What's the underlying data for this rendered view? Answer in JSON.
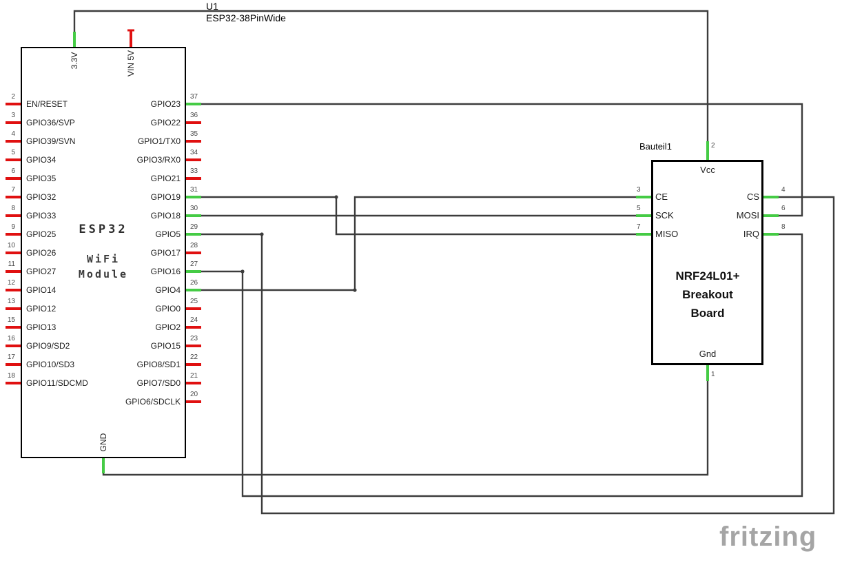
{
  "title": {
    "ref": "U1",
    "part": "ESP32-38PinWide"
  },
  "watermark": "fritzing",
  "colors": {
    "wire": "#3c3c3c",
    "pin_connected": "#45cb45",
    "pin_unconnected": "#e01010",
    "body_border": "#000000",
    "watermark": "#a5a5a5"
  },
  "esp32": {
    "name_lines": [
      "ESP32",
      "WiFi",
      "Module"
    ],
    "top_pins": [
      {
        "label": "3.3V",
        "connected": true
      },
      {
        "label": "VIN 5V",
        "connected": false
      }
    ],
    "bottom_pins": [
      {
        "label": "GND",
        "connected": true
      }
    ],
    "left_pins": [
      {
        "num": "2",
        "label": "EN/RESET"
      },
      {
        "num": "3",
        "label": "GPIO36/SVP"
      },
      {
        "num": "4",
        "label": "GPIO39/SVN"
      },
      {
        "num": "5",
        "label": "GPIO34"
      },
      {
        "num": "6",
        "label": "GPIO35"
      },
      {
        "num": "7",
        "label": "GPIO32"
      },
      {
        "num": "8",
        "label": "GPIO33"
      },
      {
        "num": "9",
        "label": "GPIO25"
      },
      {
        "num": "10",
        "label": "GPIO26"
      },
      {
        "num": "11",
        "label": "GPIO27"
      },
      {
        "num": "12",
        "label": "GPIO14"
      },
      {
        "num": "13",
        "label": "GPIO12"
      },
      {
        "num": "15",
        "label": "GPIO13"
      },
      {
        "num": "16",
        "label": "GPIO9/SD2"
      },
      {
        "num": "17",
        "label": "GPIO10/SD3"
      },
      {
        "num": "18",
        "label": "GPIO11/SDCMD"
      }
    ],
    "right_pins": [
      {
        "num": "37",
        "label": "GPIO23",
        "connected": true
      },
      {
        "num": "36",
        "label": "GPIO22",
        "connected": false
      },
      {
        "num": "35",
        "label": "GPIO1/TX0",
        "connected": false
      },
      {
        "num": "34",
        "label": "GPIO3/RX0",
        "connected": false
      },
      {
        "num": "33",
        "label": "GPIO21",
        "connected": false
      },
      {
        "num": "31",
        "label": "GPIO19",
        "connected": true
      },
      {
        "num": "30",
        "label": "GPIO18",
        "connected": true
      },
      {
        "num": "29",
        "label": "GPIO5",
        "connected": true
      },
      {
        "num": "28",
        "label": "GPIO17",
        "connected": false
      },
      {
        "num": "27",
        "label": "GPIO16",
        "connected": true
      },
      {
        "num": "26",
        "label": "GPIO4",
        "connected": true
      },
      {
        "num": "25",
        "label": "GPIO0",
        "connected": false
      },
      {
        "num": "24",
        "label": "GPIO2",
        "connected": false
      },
      {
        "num": "23",
        "label": "GPIO15",
        "connected": false
      },
      {
        "num": "22",
        "label": "GPIO8/SD1",
        "connected": false
      },
      {
        "num": "21",
        "label": "GPIO7/SD0",
        "connected": false
      },
      {
        "num": "20",
        "label": "GPIO6/SDCLK",
        "connected": false
      }
    ]
  },
  "nrf": {
    "ref": "Bauteil1",
    "name_lines": [
      "NRF24L01+",
      "Breakout",
      "Board"
    ],
    "top_pin": {
      "num": "2",
      "label": "Vcc",
      "connected": true
    },
    "bottom_pin": {
      "num": "1",
      "label": "Gnd",
      "connected": true
    },
    "left_pins": [
      {
        "num": "3",
        "label": "CE",
        "connected": true
      },
      {
        "num": "5",
        "label": "SCK",
        "connected": true
      },
      {
        "num": "7",
        "label": "MISO",
        "connected": true
      }
    ],
    "right_pins": [
      {
        "num": "4",
        "label": "CS",
        "connected": true
      },
      {
        "num": "6",
        "label": "MOSI",
        "connected": true
      },
      {
        "num": "8",
        "label": "IRQ",
        "connected": true
      }
    ]
  },
  "connections": [
    {
      "from": "ESP32 3.3V",
      "to": "NRF24L01+ Vcc"
    },
    {
      "from": "ESP32 GND",
      "to": "NRF24L01+ Gnd"
    },
    {
      "from": "ESP32 GPIO23",
      "to": "NRF24L01+ MOSI"
    },
    {
      "from": "ESP32 GPIO19",
      "to": "NRF24L01+ MISO"
    },
    {
      "from": "ESP32 GPIO18",
      "to": "NRF24L01+ SCK"
    },
    {
      "from": "ESP32 GPIO5",
      "to": "NRF24L01+ CS"
    },
    {
      "from": "ESP32 GPIO16",
      "to": "NRF24L01+ IRQ"
    },
    {
      "from": "ESP32 GPIO4",
      "to": "NRF24L01+ CE"
    }
  ]
}
